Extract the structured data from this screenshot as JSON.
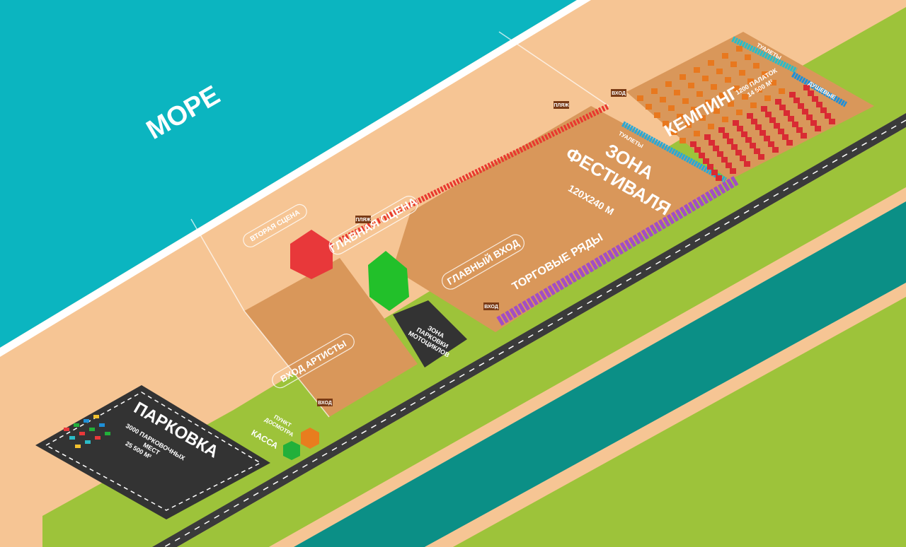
{
  "sea": {
    "label": "МОРЕ"
  },
  "stages": {
    "second": "ВТОРАЯ СЦЕНА",
    "main": "ГЛАВНАЯ СЦЕНА"
  },
  "signs": {
    "beach": "ПЛЯЖ",
    "entrance": "ВХОД"
  },
  "festival": {
    "title_line1": "ЗОНА",
    "title_line2": "ФЕСТИВАЛЯ",
    "size": "120Х240 М",
    "trade_rows": "ТОРГОВЫЕ РЯДЫ",
    "main_entrance": "ГЛАВНЫЙ ВХОД"
  },
  "moto": {
    "line1": "ЗОНА",
    "line2": "ПАРКОВКИ",
    "line3": "МОТОЦИКЛОВ"
  },
  "artists": {
    "label": "ВХОД АРТИСТЫ"
  },
  "parking": {
    "title": "ПАРКОВКА",
    "line1": "3000 ПАРКОВОЧНЫХ",
    "line2": "МЕСТ",
    "line3": "25 500 М²"
  },
  "checkpoint": {
    "line1": "ПУНКТ",
    "line2": "ДОСМОТРА"
  },
  "cashier": {
    "label": "КАССА"
  },
  "camping": {
    "title": "КЕМПИНГ",
    "tents": "1200 ПАЛАТОК",
    "area": "14 500 М²",
    "toilets": "ТУАЛЕТЫ",
    "showers": "ДУШЕВЫЕ"
  },
  "colors": {
    "sea": "#0bb5c0",
    "sand": "#f6c594",
    "grass": "#9dc33a",
    "river": "#0b8f86",
    "zone": "#d9975a",
    "road": "#3a3a3a"
  }
}
